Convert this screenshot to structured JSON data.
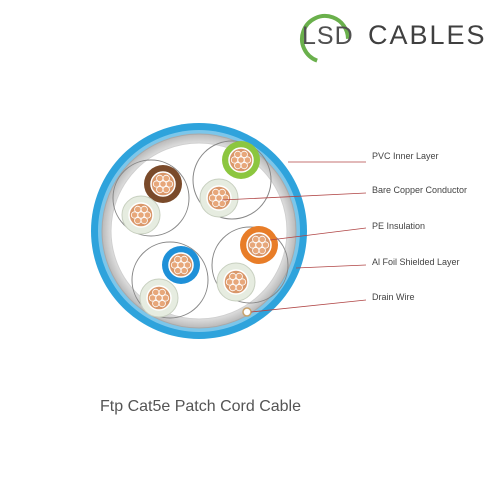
{
  "logo": {
    "left_text": "LSD",
    "right_text": "CABLES",
    "colors": {
      "green": "#6ab04c",
      "gray": "#505050"
    }
  },
  "callouts": [
    {
      "label": "PVC Inner Layer"
    },
    {
      "label": "Bare Copper Conductor"
    },
    {
      "label": "PE Insulation"
    },
    {
      "label": "Al Foil Shielded Layer"
    },
    {
      "label": "Drain Wire"
    }
  ],
  "caption": "Ftp Cat5e Patch Cord Cable",
  "colors": {
    "outer_jacket": "#2ea3dc",
    "foil": "#c8c8c8",
    "copper": "#d9976a",
    "callout_line": "#b04545",
    "pair_brown": "#7a4a2a",
    "pair_green": "#8cc63f",
    "pair_blue": "#1e90d8",
    "pair_orange": "#e87d28"
  }
}
